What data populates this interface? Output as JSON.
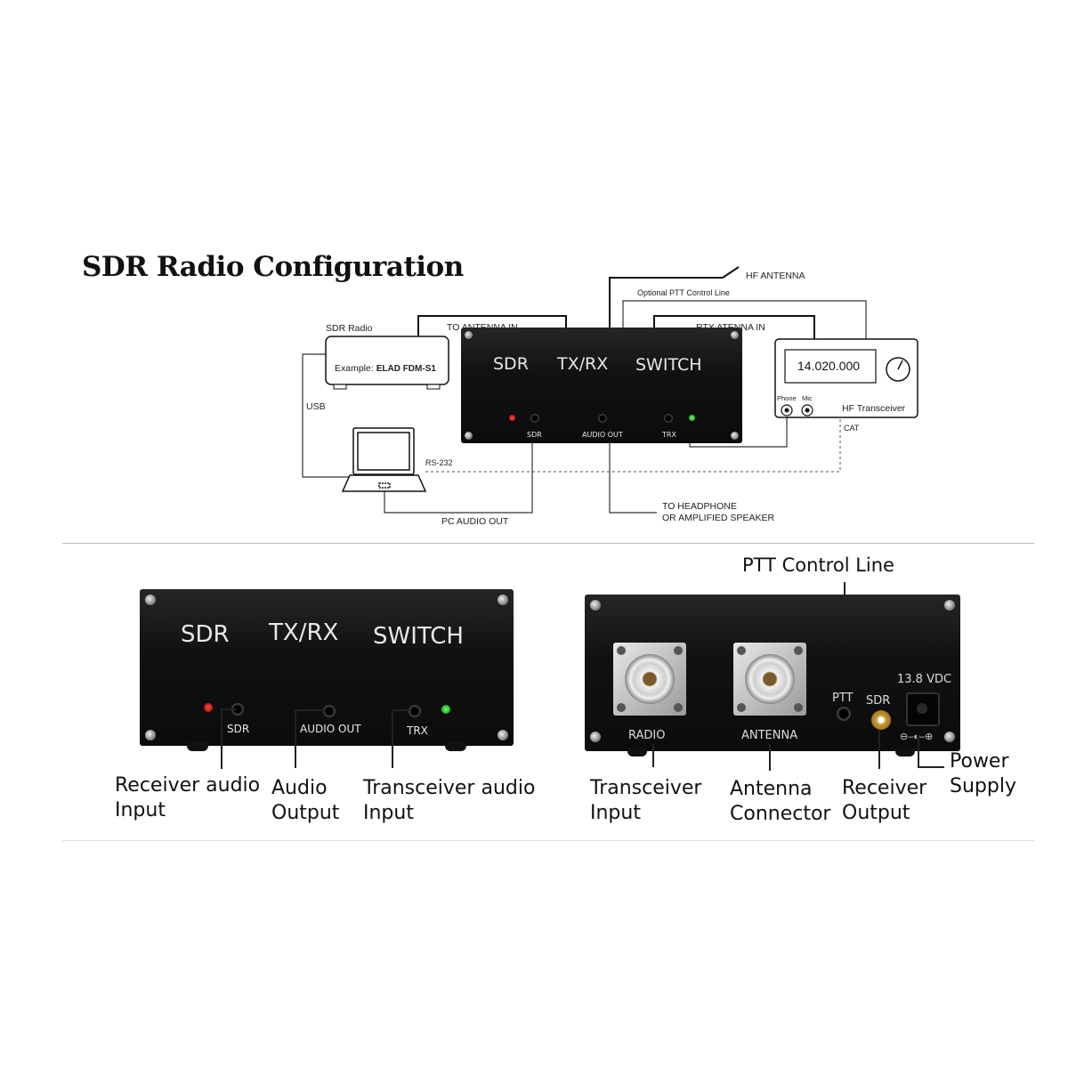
{
  "title": "SDR Radio Configuration",
  "diagram": {
    "hf_antenna": "HF ANTENNA",
    "optional_ptt": "Optional PTT Control Line",
    "to_antenna_in": "TO ANTENNA IN",
    "rtx_antenna_in": "RTX ATENNA IN",
    "sdr_radio": "SDR Radio",
    "example_prefix": "Example:",
    "example_model": "ELAD FDM-S1",
    "usb": "USB",
    "rs232": "RS-232",
    "pc_audio_out": "PC AUDIO OUT",
    "to_headphone_1": "TO HEADPHONE",
    "to_headphone_2": "OR AMPLIFIED SPEAKER",
    "frequency": "14.020.000",
    "phone": "Phone",
    "mic": "Mic",
    "hf_transceiver": "HF Transceiver",
    "cat": "CAT",
    "switch_sdr": "SDR",
    "switch_txrx": "TX/RX",
    "switch_switch": "SWITCH",
    "port_sdr": "SDR",
    "port_audio_out": "AUDIO OUT",
    "port_trx": "TRX"
  },
  "front_panel": {
    "sdr": "SDR",
    "txrx": "TX/RX",
    "switch": "SWITCH",
    "port_sdr": "SDR",
    "port_audio_out": "AUDIO OUT",
    "port_trx": "TRX",
    "callout_receiver_audio": "Receiver audio\nInput",
    "callout_audio_output": "Audio\nOutput",
    "callout_transceiver_audio": "Transceiver audio\nInput"
  },
  "rear_panel": {
    "ptt_control_line": "PTT Control Line",
    "voltage": "13.8 VDC",
    "ptt": "PTT",
    "sdr": "SDR",
    "radio": "RADIO",
    "antenna": "ANTENNA",
    "callout_transceiver_input": "Transceiver\nInput",
    "callout_antenna_connector": "Antenna\nConnector",
    "callout_receiver_output": "Receiver\nOutput",
    "callout_power_supply": "Power\nSupply"
  }
}
